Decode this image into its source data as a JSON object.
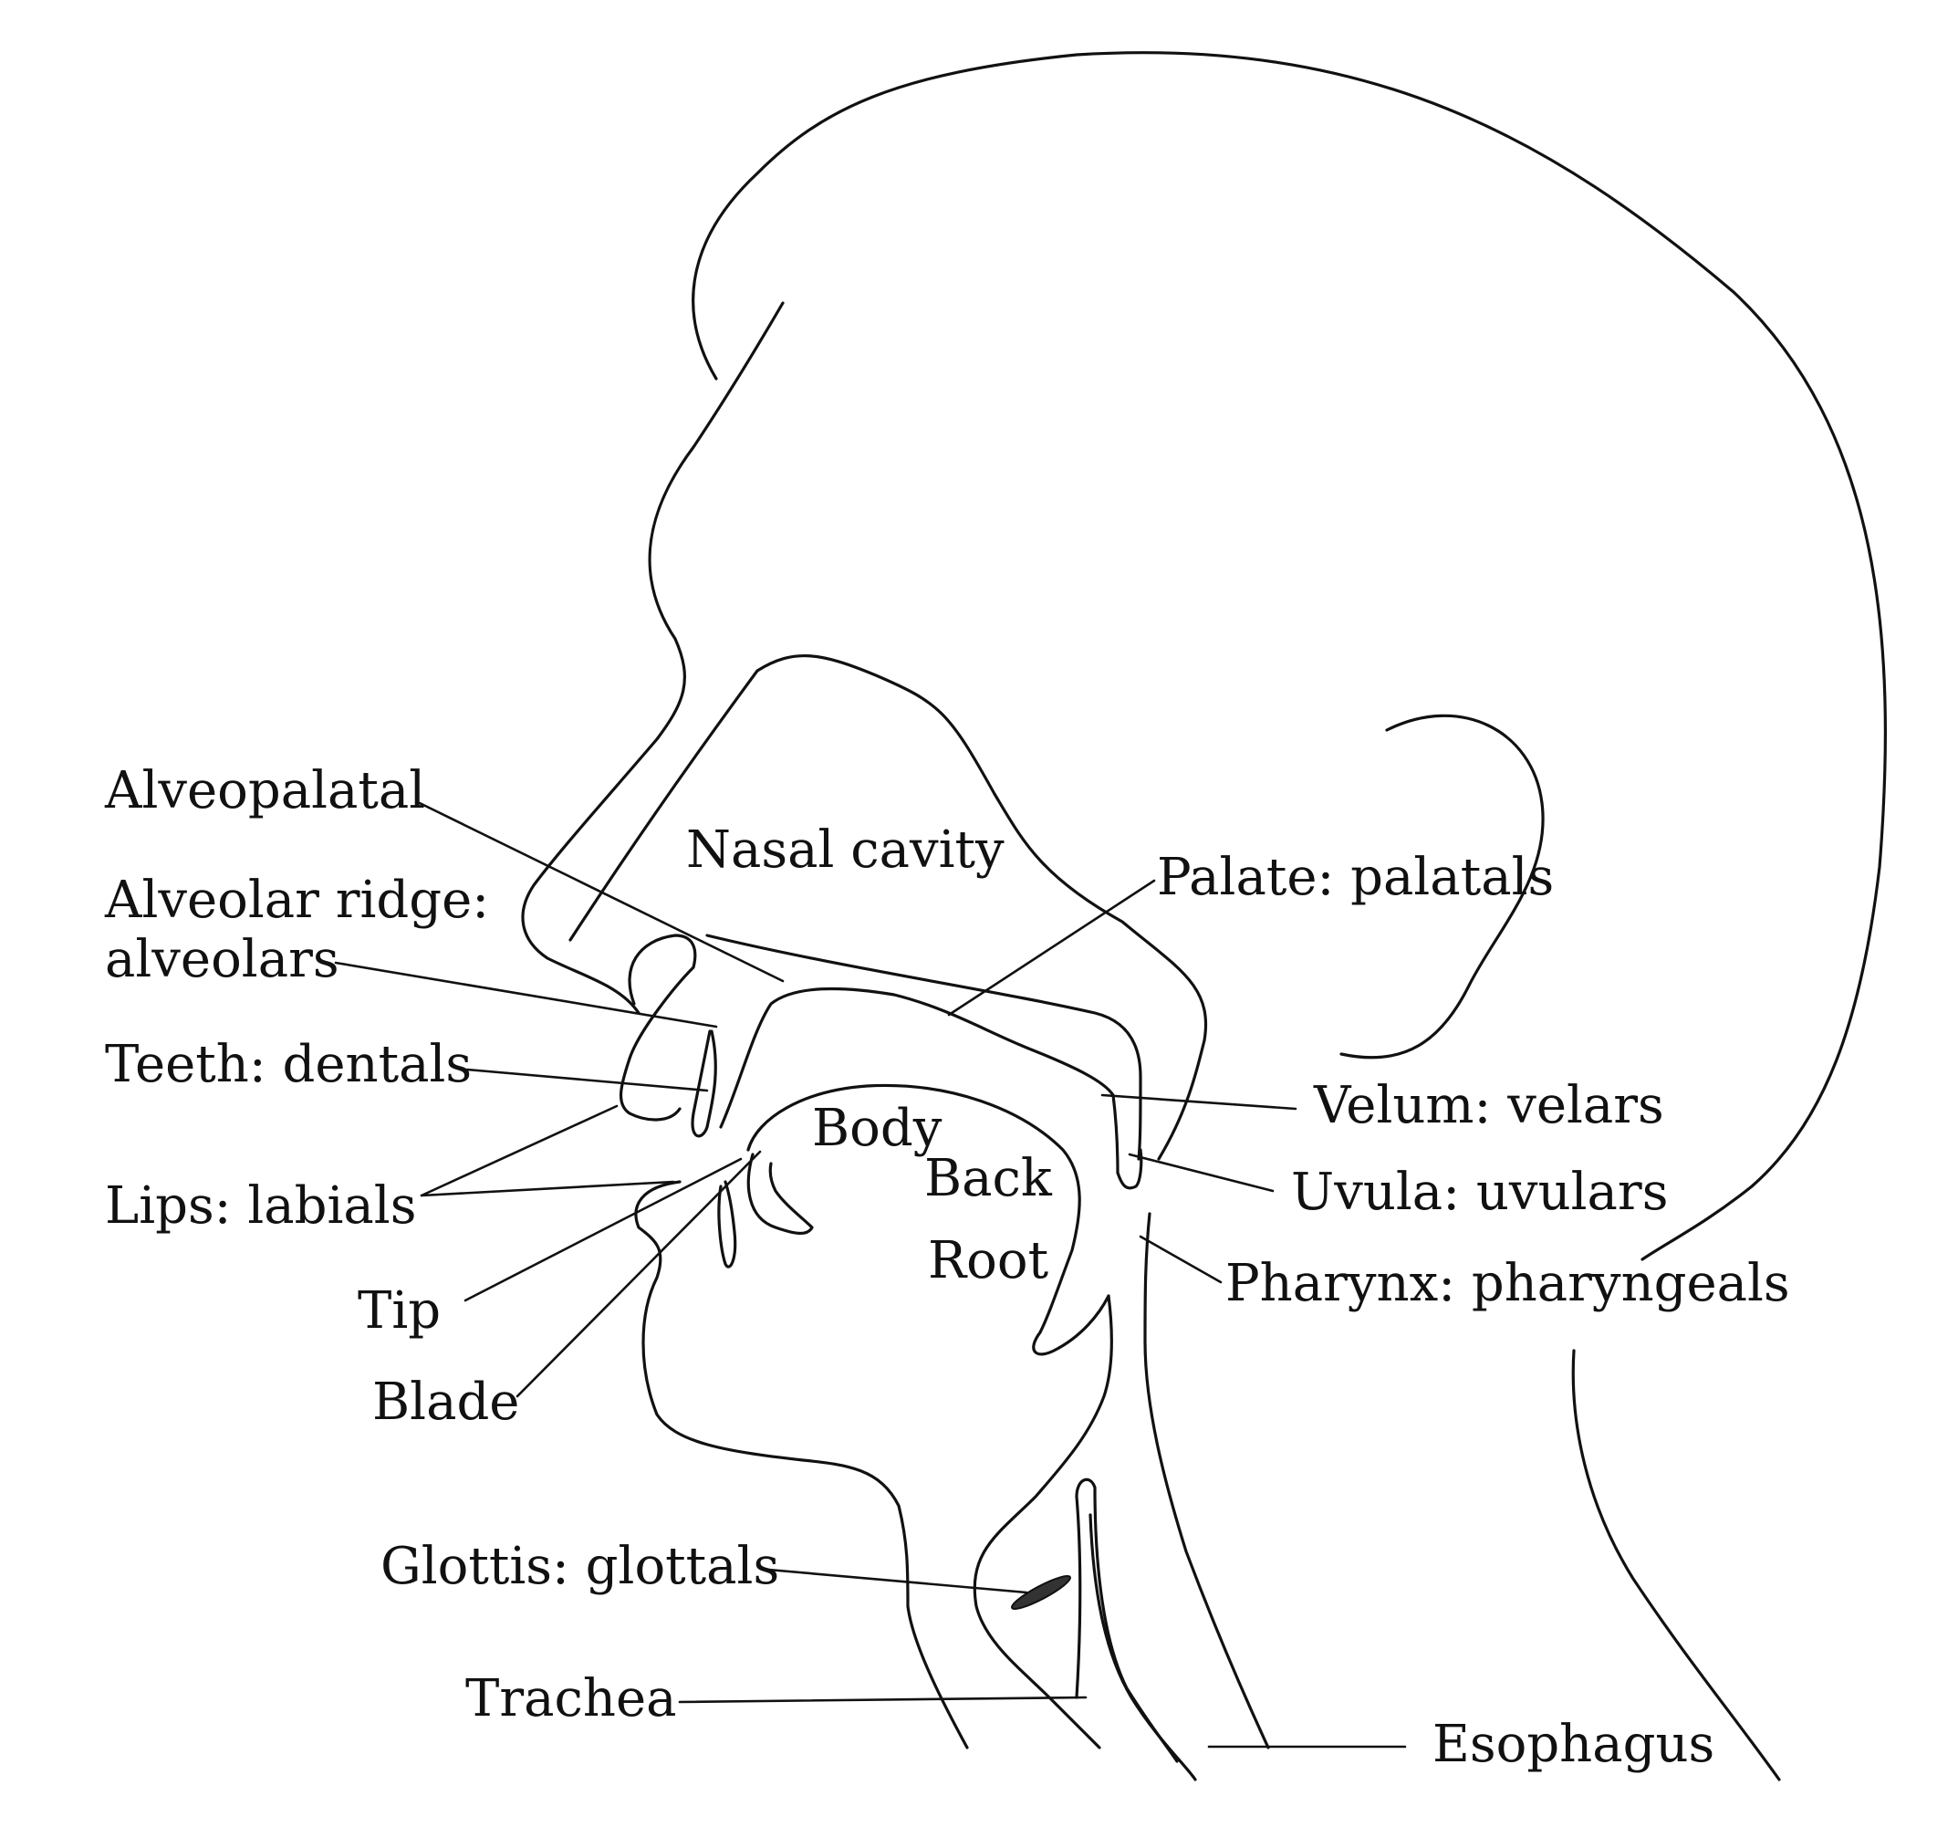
{
  "labels": {
    "alveopalatal": "Alveopalatal",
    "nasal_cavity": "Nasal cavity",
    "palate": "Palate: palatals",
    "alveolar_ridge_line1": "Alveolar ridge:",
    "alveolar_ridge_line2": "alveolars",
    "teeth": "Teeth: dentals",
    "velum": "Velum: velars",
    "body": "Body",
    "back": "Back",
    "uvula": "Uvula: uvulars",
    "lips": "Lips: labials",
    "root": "Root",
    "pharynx": "Pharynx: pharyngeals",
    "tip": "Tip",
    "blade": "Blade",
    "glottis": "Glottis: glottals",
    "trachea": "Trachea",
    "esophagus": "Esophagus"
  }
}
